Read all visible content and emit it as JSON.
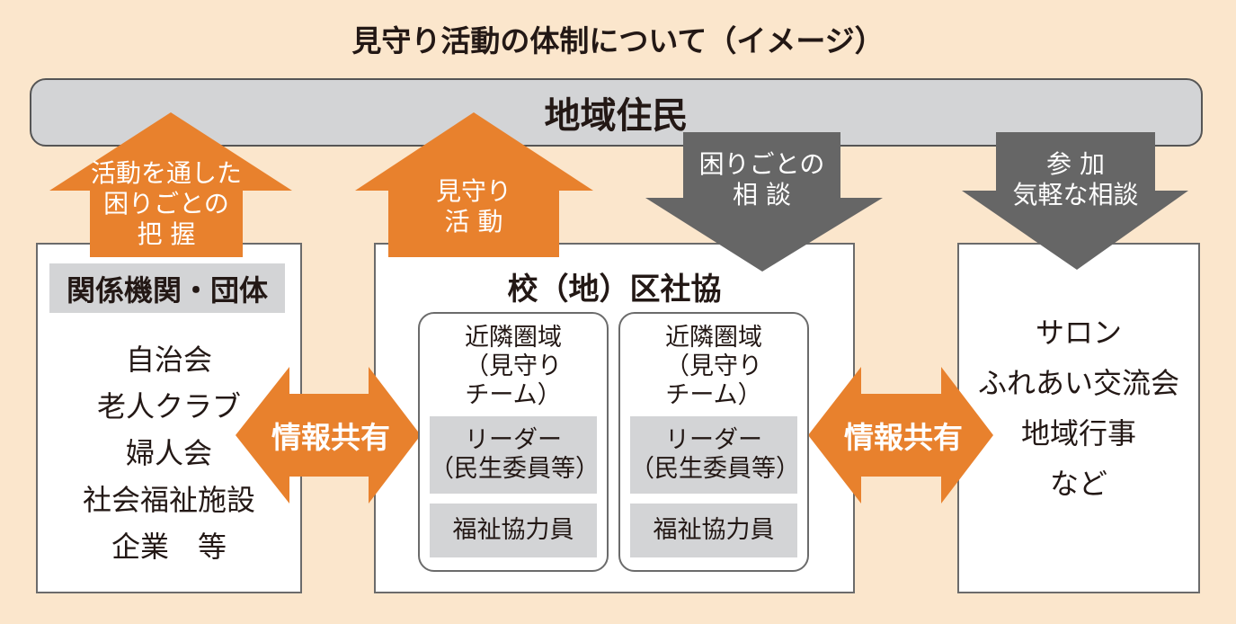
{
  "title": "見守り活動の体制について（イメージ）",
  "top_bar": "地域住民",
  "arrows": {
    "up_left": [
      "活動を通した",
      "困りごとの",
      "把 握"
    ],
    "up_mid": [
      "見守り",
      "活 動"
    ],
    "down_mid": [
      "困りごとの",
      "相 談"
    ],
    "down_right": [
      "参 加",
      "気軽な相談"
    ],
    "share_left": "情報共有",
    "share_right": "情報共有"
  },
  "orgs": {
    "heading": "関係機関・団体",
    "items": [
      "自治会",
      "老人クラブ",
      "婦人会",
      "社会福祉施設",
      "企業　等"
    ]
  },
  "council": {
    "heading": "校（地）区社協",
    "teams": [
      {
        "title": "近隣圏域",
        "sub1": "（見守り",
        "sub2": "チーム）",
        "leader": "リーダー",
        "leader_sub": "（民生委員等）",
        "member": "福祉協力員"
      },
      {
        "title": "近隣圏域",
        "sub1": "（見守り",
        "sub2": "チーム）",
        "leader": "リーダー",
        "leader_sub": "（民生委員等）",
        "member": "福祉協力員"
      }
    ]
  },
  "events": {
    "items": [
      "サロン",
      "ふれあい交流会",
      "地域行事",
      "など"
    ]
  },
  "colors": {
    "background": "#fbe6cc",
    "orange": "#e8812d",
    "dark_grey": "#666666",
    "light_grey": "#d3d4d6"
  }
}
